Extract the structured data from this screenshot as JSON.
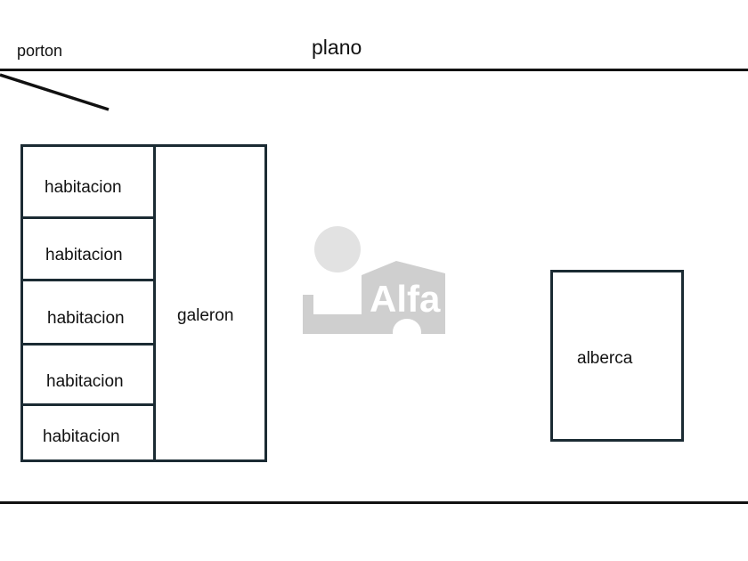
{
  "plan": {
    "title": "plano",
    "gate_label": "porton",
    "rooms": [
      "habitacion",
      "habitacion",
      "habitacion",
      "habitacion",
      "habitacion"
    ],
    "hall_label": "galeron",
    "pool_label": "alberca",
    "line_color": "#1b2b33"
  },
  "watermark": {
    "text": "Alfa",
    "color": "#c9c9c9"
  }
}
